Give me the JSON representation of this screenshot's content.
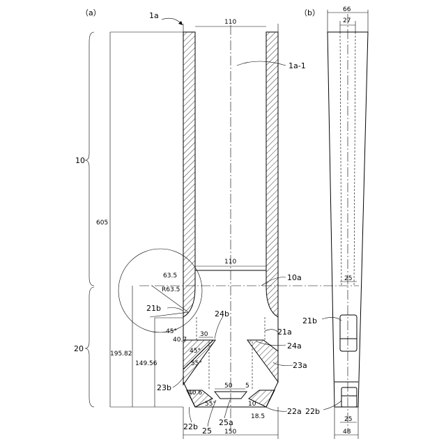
{
  "panels": {
    "a": "（a）",
    "b": "（b）"
  },
  "refs": {
    "r1a": "1a",
    "r1a1": "1a-1",
    "r10": "10",
    "r20": "20",
    "r10a": "10a",
    "r21a": "21a",
    "r21b_a": "21b",
    "r21b_b": "21b",
    "r22a": "22a",
    "r22b_a": "22b",
    "r22b_b": "22b",
    "r23a": "23a",
    "r23b": "23b",
    "r24a": "24a",
    "r24b": "24b",
    "r25": "25",
    "r25a": "25a"
  },
  "dims": {
    "d110_top": "110",
    "d110_mid": "110",
    "d605": "605",
    "d63_5": "63.5",
    "dR63_5": "R63.5",
    "d45deg_a": "45°",
    "d45deg_b": "45°",
    "d30": "30",
    "d40_7": "40.7",
    "d195_82": "195.82",
    "d149_56": "149.56",
    "d55deg_a": "55°",
    "d55deg_b": "55°",
    "d40_6": "40.6",
    "d50": "50",
    "d5": "5",
    "d10": "10",
    "d18_5": "18.5",
    "d150": "150",
    "d66": "66",
    "d27": "27",
    "d25_a": "25",
    "d25_b": "25",
    "d48": "48"
  }
}
